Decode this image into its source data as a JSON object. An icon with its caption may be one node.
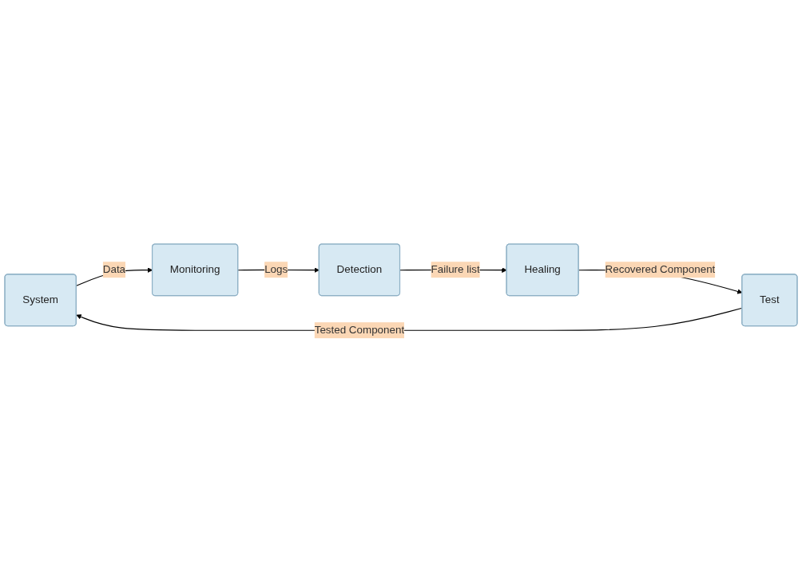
{
  "diagram": {
    "nodes": [
      {
        "text": [
          "System"
        ]
      },
      {
        "text": [
          "Test"
        ]
      },
      {
        "text": [
          "Monitoring"
        ]
      },
      {
        "text": [
          "Detection"
        ]
      },
      {
        "text": [
          "Healing"
        ]
      }
    ],
    "edges": [
      {
        "from": 0,
        "to": 2,
        "arrow": "to",
        "label": "Data"
      },
      {
        "from": 2,
        "to": 3,
        "arrow": "to",
        "label": "Logs"
      },
      {
        "from": 3,
        "to": 4,
        "arrow": "to",
        "label": "Failure list"
      },
      {
        "from": 4,
        "to": 1,
        "arrow": "to",
        "label": "Recovered Component"
      },
      {
        "from": 1,
        "to": 0,
        "arrow": "to",
        "label": "Tested Component"
      }
    ]
  }
}
